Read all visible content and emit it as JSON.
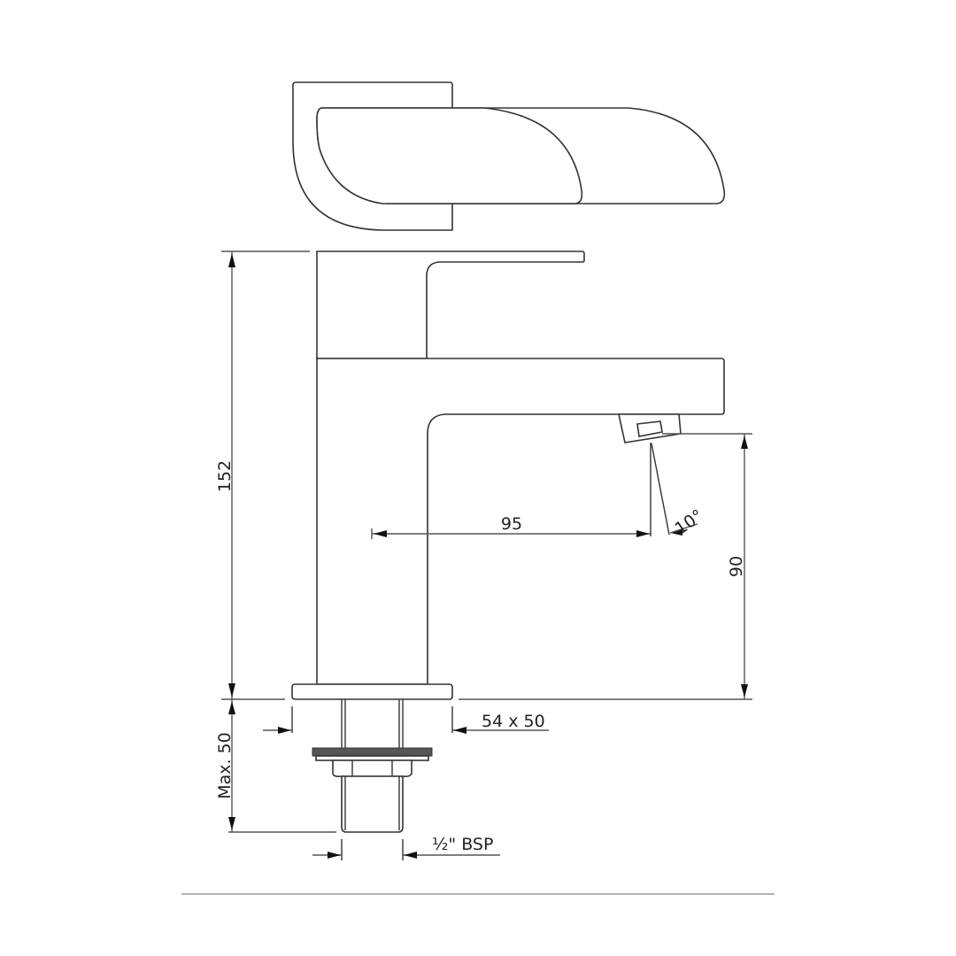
{
  "drawing": {
    "title": "Basin tap technical drawing",
    "views": [
      "top-view",
      "side-view"
    ],
    "colors": {
      "line": "#333333",
      "dimension": "#555555",
      "washer": "#555555",
      "background": "#ffffff",
      "rule": "#999999"
    }
  },
  "dimensions": {
    "overall_height": {
      "value": "152",
      "unit": "mm"
    },
    "spout_reach": {
      "value": "95",
      "unit": "mm"
    },
    "spout_height": {
      "value": "90",
      "unit": "mm"
    },
    "spout_angle": {
      "value": "10°"
    },
    "base_plate": {
      "value": "54 x 50",
      "unit": "mm"
    },
    "max_deck_thickness": {
      "value": "Max. 50",
      "unit": "mm"
    },
    "connection": {
      "value": "½\" BSP"
    }
  }
}
